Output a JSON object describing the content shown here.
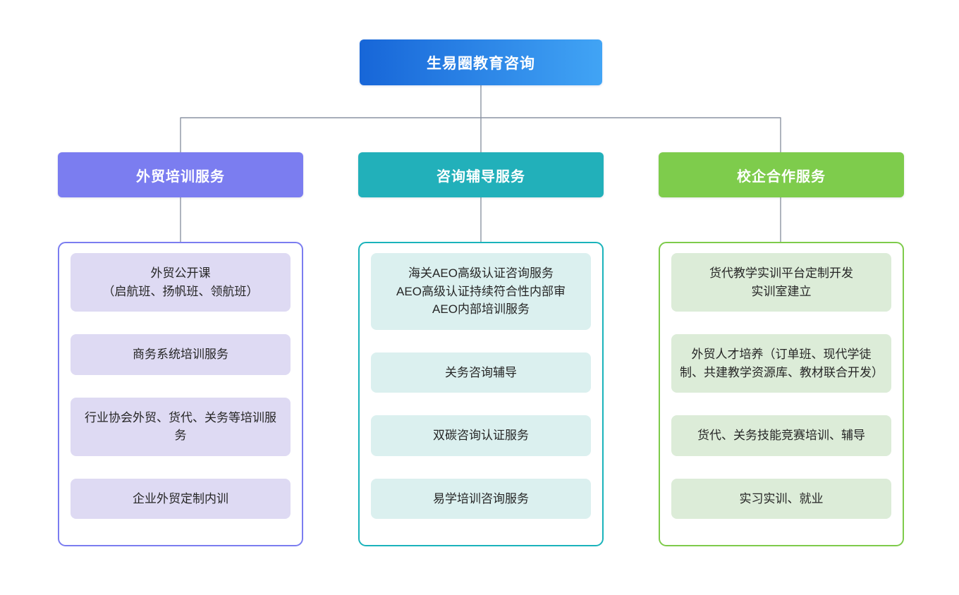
{
  "chart_data": {
    "type": "diagram",
    "diagram_kind": "organizational-tree",
    "title": "生易圈教育咨询",
    "levels": 3,
    "root": {
      "label": "生易圈教育咨询",
      "color_start": "#1766d8",
      "color_end": "#41a4f5",
      "text_color": "#ffffff"
    },
    "connector_color": "#8b93a3",
    "background": "#ffffff",
    "branches": [
      {
        "id": "branch-foreign-trade-training",
        "label": "外贸培训服务",
        "header_color": "#7b7df0",
        "border_color": "#7b7df0",
        "card_color": "#dedaf3",
        "text_color": "#262626",
        "items": [
          {
            "id": "item-open-class",
            "lines": [
              "外贸公开课",
              "（启航班、扬帆班、领航班）"
            ]
          },
          {
            "id": "item-business-system-training",
            "lines": [
              "商务系统培训服务"
            ]
          },
          {
            "id": "item-association-training",
            "lines": [
              "行业协会外贸、货代、关务等培训服务"
            ],
            "wrap": true
          },
          {
            "id": "item-enterprise-custom-training",
            "lines": [
              "企业外贸定制内训"
            ]
          }
        ]
      },
      {
        "id": "branch-consulting-tutoring",
        "label": "咨询辅导服务",
        "header_color": "#22b0ba",
        "border_color": "#1ab3bb",
        "card_color": "#dbf0ef",
        "text_color": "#262626",
        "items": [
          {
            "id": "item-aeo-certification",
            "lines": [
              "海关AEO高级认证咨询服务",
              "AEO高级认证持续符合性内部审",
              "AEO内部培训服务"
            ]
          },
          {
            "id": "item-customs-consulting",
            "lines": [
              "关务咨询辅导"
            ]
          },
          {
            "id": "item-dual-carbon-certification",
            "lines": [
              "双碳咨询认证服务"
            ]
          },
          {
            "id": "item-yixue-training-consulting",
            "lines": [
              "易学培训咨询服务"
            ]
          }
        ]
      },
      {
        "id": "branch-school-enterprise",
        "label": "校企合作服务",
        "header_color": "#7ecc4c",
        "border_color": "#7ecb4b",
        "card_color": "#dcecd8",
        "text_color": "#262626",
        "items": [
          {
            "id": "item-freight-training-platform",
            "lines": [
              "货代教学实训平台定制开发",
              "实训室建立"
            ]
          },
          {
            "id": "item-talent-cultivation",
            "lines": [
              "外贸人才培养（订单班、现代学徒制、共建教学资源库、教材联合开发）"
            ],
            "wrap": true
          },
          {
            "id": "item-skills-competition",
            "lines": [
              "货代、关务技能竞赛培训、辅导"
            ]
          },
          {
            "id": "item-internship-employment",
            "lines": [
              "实习实训、就业"
            ]
          }
        ]
      }
    ]
  }
}
